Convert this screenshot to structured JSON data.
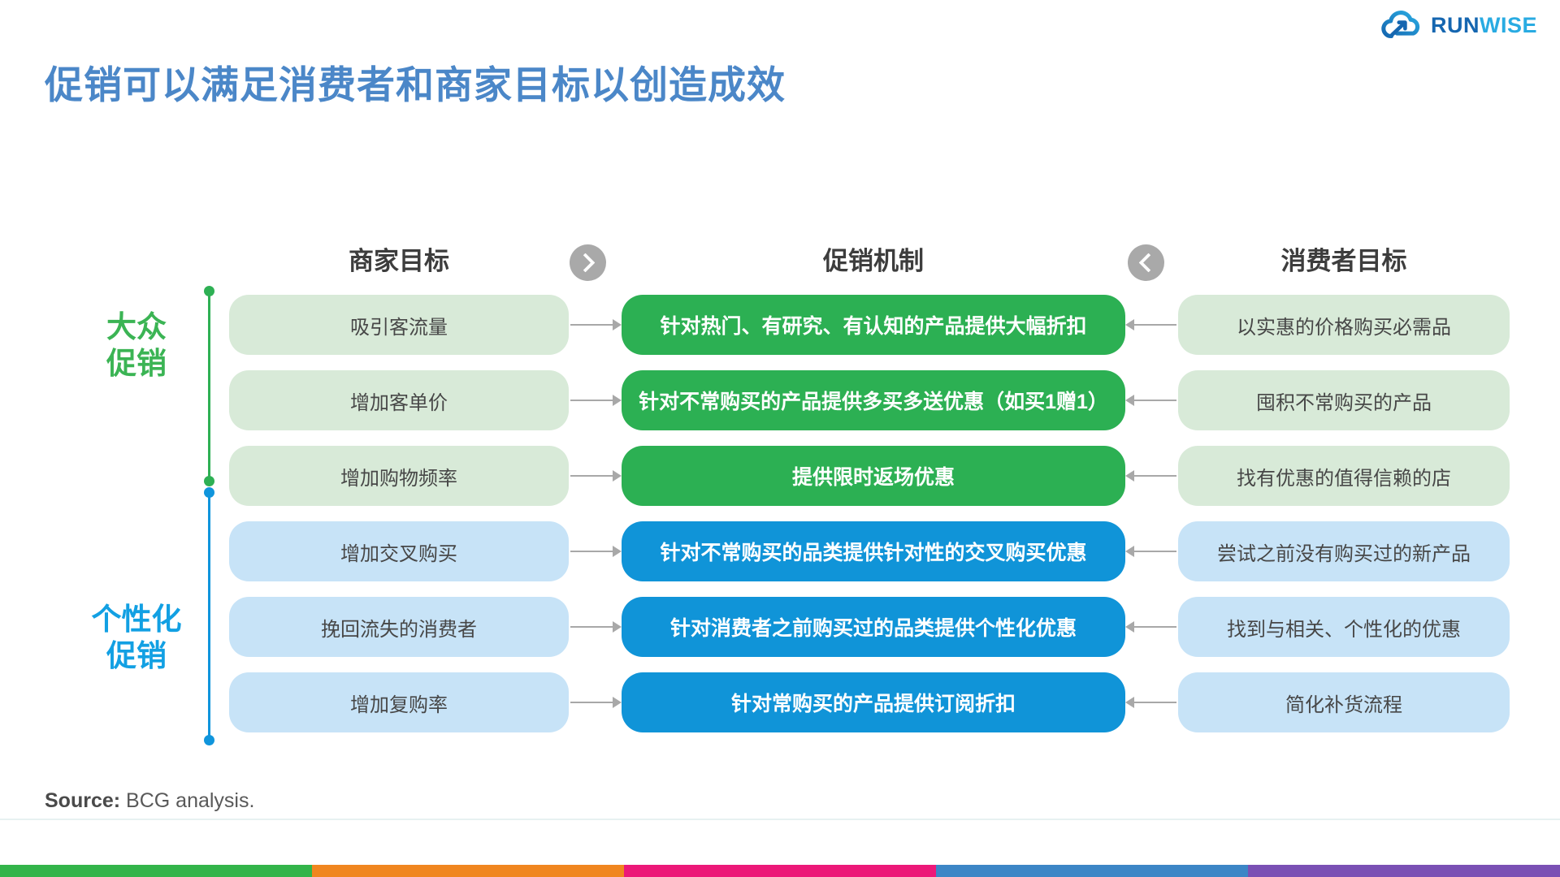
{
  "logo": {
    "run": "RUN",
    "wise": "WISE"
  },
  "title": "促销可以满足消费者和商家目标以创造成效",
  "columns": {
    "merchant": "商家目标",
    "mechanism": "促销机制",
    "consumer": "消费者目标"
  },
  "groups": {
    "mass": {
      "label": "大众\n促销",
      "color": "#3bb454"
    },
    "personalized": {
      "label": "个性化\n促销",
      "color": "#12a0e3"
    }
  },
  "rows": [
    {
      "merchant": "吸引客流量",
      "mechanism": "针对热门、有研究、有认知的产品提供大幅折扣",
      "consumer": "以实惠的价格购买必需品"
    },
    {
      "merchant": "增加客单价",
      "mechanism": "针对不常购买的产品提供多买多送优惠（如买1赠1）",
      "consumer": "囤积不常购买的产品"
    },
    {
      "merchant": "增加购物频率",
      "mechanism": "提供限时返场优惠",
      "consumer": "找有优惠的值得信赖的店"
    },
    {
      "merchant": "增加交叉购买",
      "mechanism": "针对不常购买的品类提供针对性的交叉购买优惠",
      "consumer": "尝试之前没有购买过的新产品"
    },
    {
      "merchant": "挽回流失的消费者",
      "mechanism": "针对消费者之前购买过的品类提供个性化优惠",
      "consumer": "找到与相关、个性化的优惠"
    },
    {
      "merchant": "增加复购率",
      "mechanism": "针对常购买的产品提供订阅折扣",
      "consumer": "简化补货流程"
    }
  ],
  "footer": {
    "source_label": "Source:",
    "source_text": " BCG analysis."
  },
  "colors": {
    "title_blue": "#4b87c8",
    "box_light_green": "#d8ead8",
    "box_green": "#2cb053",
    "box_light_blue": "#c7e3f7",
    "box_blue": "#1094d8",
    "arrow_gray": "#a8a8a8",
    "logo_dark_blue": "#1566b0",
    "logo_light_blue": "#29abe2"
  },
  "footer_bar": {
    "colors": [
      "#33b44a",
      "#f0861f",
      "#ec1878",
      "#3c86c6",
      "#7a50b4"
    ]
  }
}
